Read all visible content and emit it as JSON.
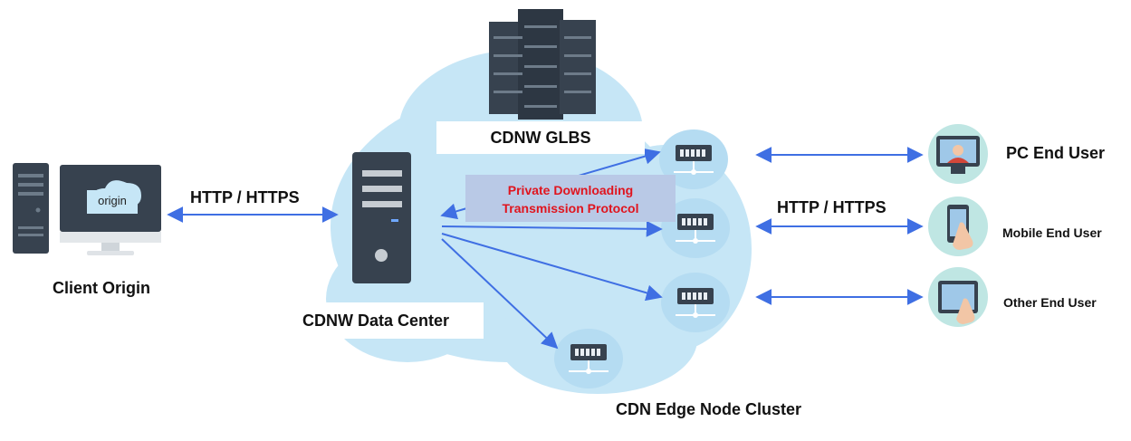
{
  "diagram": {
    "client_origin": {
      "label": "Client Origin",
      "screen_text": "origin"
    },
    "link_origin_dc": "HTTP / HTTPS",
    "data_center": {
      "label": "CDNW Data Center"
    },
    "glbs": {
      "label": "CDNW GLBS"
    },
    "protocol": {
      "line1": "Private Downloading",
      "line2": "Transmission Protocol"
    },
    "edge_cluster": {
      "label": "CDN Edge Node Cluster"
    },
    "link_edge_users": "HTTP / HTTPS",
    "users": [
      {
        "label": "PC End User",
        "icon": "pc-user-icon"
      },
      {
        "label": "Mobile End User",
        "icon": "mobile-user-icon"
      },
      {
        "label": "Other End User",
        "icon": "tablet-user-icon"
      }
    ],
    "colors": {
      "cloud": "#c6e6f6",
      "arrow": "#3f6fe3",
      "protocol_bg": "#b9c9e6",
      "protocol_text": "#e0141e",
      "server_dark": "#37424f",
      "user_circle": "#bfe6e3"
    }
  }
}
